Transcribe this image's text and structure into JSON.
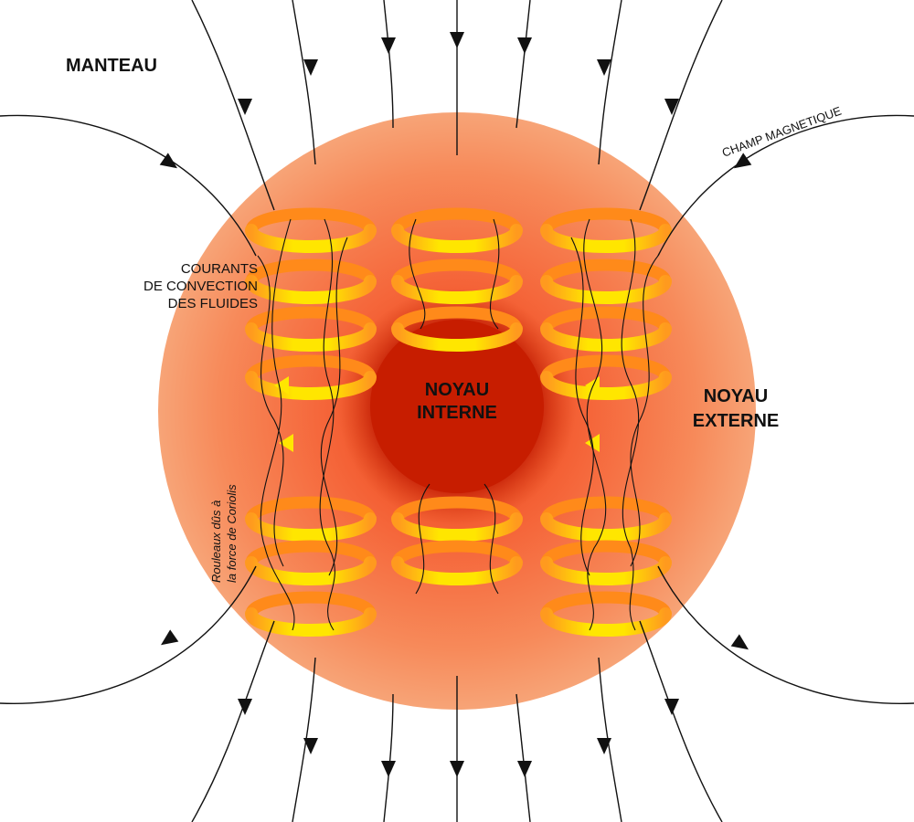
{
  "labels": {
    "manteau": "MANTEAU",
    "champ": "CHAMP MAGNETIQUE",
    "courants": [
      "COURANTS",
      "DE CONVECTION",
      "DES FLUIDES"
    ],
    "noyau_interne": [
      "NOYAU",
      "INTERNE"
    ],
    "noyau_externe": [
      "NOYAU",
      "EXTERNE"
    ],
    "rouleaux": [
      "Rouleaux dûs à",
      "la force de Coriolis"
    ]
  },
  "colors": {
    "outer_core_edge": "#f5a06a",
    "outer_core_mid": "#f7784a",
    "inner_core": "#c61c00",
    "helix_bright": "#ffe600",
    "helix_orange": "#ff9a1e",
    "lines": "#111111"
  }
}
